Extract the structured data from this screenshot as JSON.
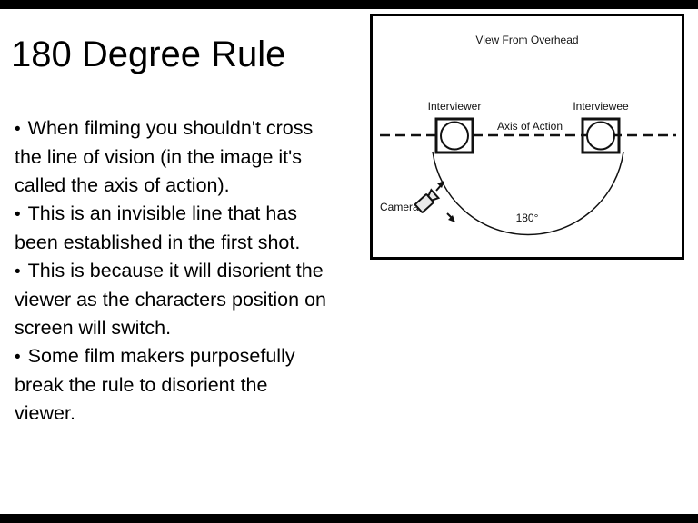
{
  "slide": {
    "title": "180 Degree Rule",
    "bullet_char": "•",
    "bullets": [
      "When filming you shouldn't cross\nthe line of vision (in the image it's\ncalled the axis of action).",
      "This is an invisible line that has\nbeen established in the first shot.",
      "This is because it will disorient the\nviewer as the characters position on\nscreen will switch.",
      "Some film makers purposefully\nbreak the rule to disorient the\nviewer."
    ]
  },
  "diagram": {
    "title": "View From Overhead",
    "interviewer_label": "Interviewer",
    "interviewee_label": "Interviewee",
    "axis_label": "Axis of Action",
    "angle_label": "180°",
    "camera_label": "Camera"
  },
  "colors": {
    "background": "#ffffff",
    "text": "#000000",
    "letterbox_bars": "#000000",
    "diagram_ink": "#111111",
    "diagram_border": "#000000"
  }
}
